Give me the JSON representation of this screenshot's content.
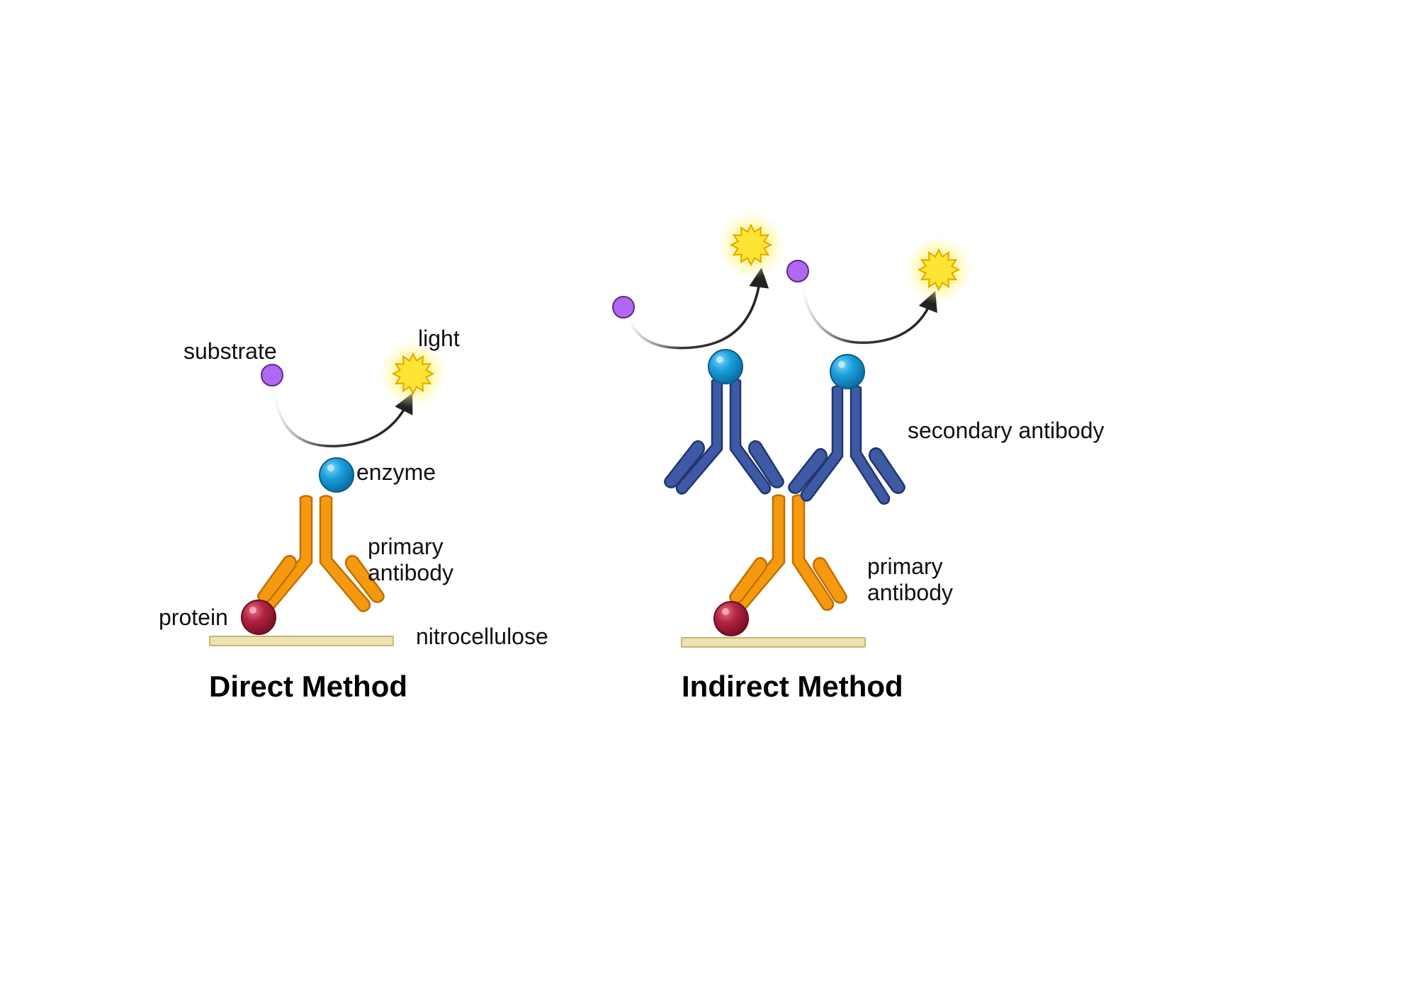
{
  "colors": {
    "primary_antibody": "#f59a0f",
    "primary_antibody_stroke": "#c06f00",
    "secondary_antibody": "#3e5aa4",
    "secondary_antibody_stroke": "#22356e",
    "enzyme": "#0f92cc",
    "protein": "#b3243f",
    "substrate": "#b067f2",
    "light": "#ffe533",
    "membrane": "#ece2b5",
    "arrow": "#222222"
  },
  "direct": {
    "title": "Direct Method",
    "labels": {
      "substrate": "substrate",
      "light": "light",
      "enzyme": "enzyme",
      "primary_line1": "primary",
      "primary_line2": "antibody",
      "protein": "protein",
      "membrane": "nitrocellulose"
    }
  },
  "indirect": {
    "title": "Indirect Method",
    "labels": {
      "secondary": "secondary antibody",
      "primary_line1": "primary",
      "primary_line2": "antibody"
    }
  }
}
